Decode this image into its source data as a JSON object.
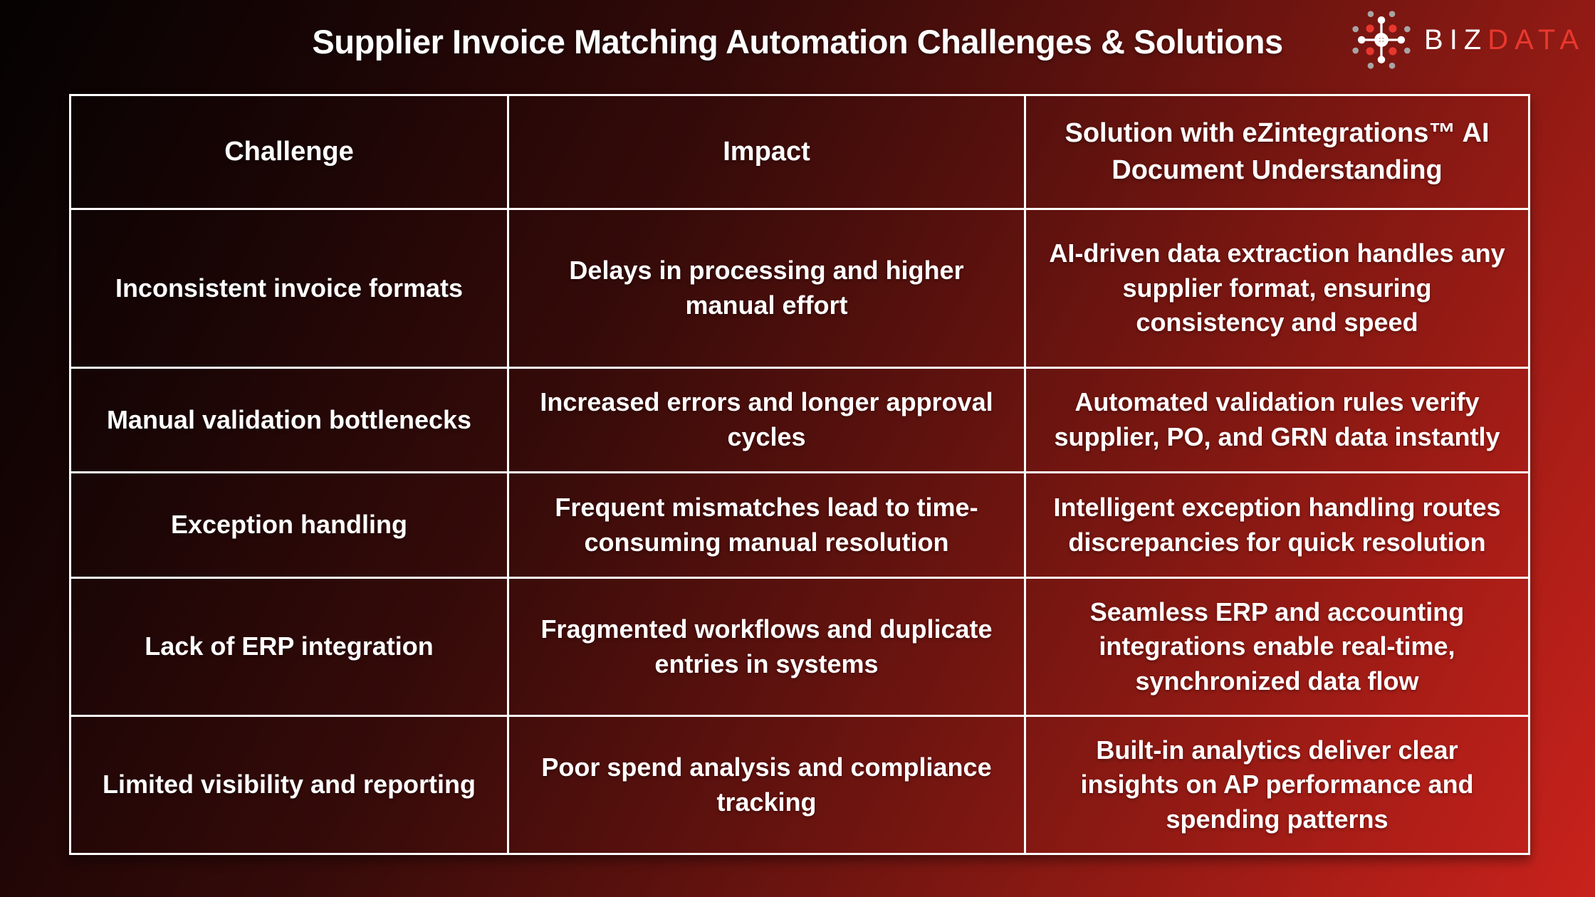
{
  "title": "Supplier Invoice Matching Automation Challenges & Solutions",
  "logo": {
    "brand_white": "BIZ",
    "brand_red": "DATA",
    "icon": "network-hub-icon",
    "accent_red": "#e8382e",
    "dot_gray": "#a9a4a6",
    "dot_white": "#ffffff"
  },
  "colors": {
    "background_start": "#050202",
    "background_end": "#c9221c",
    "table_border": "#ffffff",
    "text": "#ffffff"
  },
  "table": {
    "headers": [
      "Challenge",
      "Impact",
      "Solution with eZintegrations™ AI Document Understanding"
    ],
    "rows": [
      [
        "Inconsistent invoice formats",
        "Delays in processing and higher manual effort",
        "AI-driven data extraction handles any supplier format, ensuring consistency and speed"
      ],
      [
        "Manual validation bottlenecks",
        "Increased errors and longer approval cycles",
        "Automated validation rules verify supplier, PO, and GRN data instantly"
      ],
      [
        "Exception handling",
        "Frequent mismatches lead to time-consuming manual resolution",
        "Intelligent exception handling routes discrepancies for quick resolution"
      ],
      [
        "Lack of ERP integration",
        "Fragmented workflows and duplicate entries in systems",
        "Seamless ERP and accounting integrations enable real-time, synchronized data flow"
      ],
      [
        "Limited visibility and reporting",
        "Poor spend analysis and compliance tracking",
        "Built-in analytics deliver clear insights on AP performance and spending patterns"
      ]
    ]
  }
}
